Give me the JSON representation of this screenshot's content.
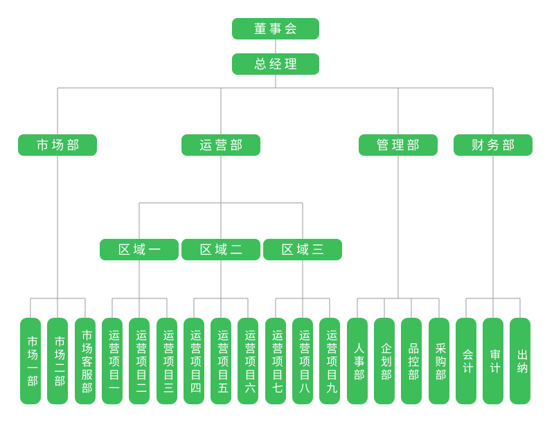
{
  "colors": {
    "node_bg": "#3ebd5b",
    "node_text": "#ffffff",
    "line": "#999999",
    "background": "#ffffff"
  },
  "org_chart": {
    "type": "organization-tree",
    "tree": {
      "name": "board-of-directors",
      "label": "董事会",
      "children": [
        {
          "name": "general-manager",
          "label": "总经理",
          "children": [
            {
              "name": "marketing-dept",
              "label": "市场部",
              "children": [
                {
                  "name": "marketing-div-1",
                  "label": "市场一部"
                },
                {
                  "name": "marketing-div-2",
                  "label": "市场二部"
                },
                {
                  "name": "marketing-customer-service-dept",
                  "label": "市场客服部"
                }
              ]
            },
            {
              "name": "operations-dept",
              "label": "运营部",
              "children": [
                {
                  "name": "region-1",
                  "label": "区域一",
                  "children": [
                    {
                      "name": "operation-project-1",
                      "label": "运营项目一"
                    },
                    {
                      "name": "operation-project-2",
                      "label": "运营项目二"
                    },
                    {
                      "name": "operation-project-3",
                      "label": "运营项目三"
                    }
                  ]
                },
                {
                  "name": "region-2",
                  "label": "区域二",
                  "children": [
                    {
                      "name": "operation-project-4",
                      "label": "运营项目四"
                    },
                    {
                      "name": "operation-project-5",
                      "label": "运营项目五"
                    },
                    {
                      "name": "operation-project-6",
                      "label": "运营项目六"
                    }
                  ]
                },
                {
                  "name": "region-3",
                  "label": "区域三",
                  "children": [
                    {
                      "name": "operation-project-7",
                      "label": "运营项目七"
                    },
                    {
                      "name": "operation-project-8",
                      "label": "运营项目八"
                    },
                    {
                      "name": "operation-project-9",
                      "label": "运营项目九"
                    }
                  ]
                }
              ]
            },
            {
              "name": "management-dept",
              "label": "管理部",
              "children": [
                {
                  "name": "hr-dept",
                  "label": "人事部"
                },
                {
                  "name": "planning-dept",
                  "label": "企划部"
                },
                {
                  "name": "quality-control-dept",
                  "label": "品控部"
                },
                {
                  "name": "procurement-dept",
                  "label": "采购部"
                }
              ]
            },
            {
              "name": "finance-dept",
              "label": "财务部",
              "children": [
                {
                  "name": "accounting",
                  "label": "会计"
                },
                {
                  "name": "audit",
                  "label": "审计"
                },
                {
                  "name": "cashier",
                  "label": "出纳"
                }
              ]
            }
          ]
        }
      ]
    }
  }
}
